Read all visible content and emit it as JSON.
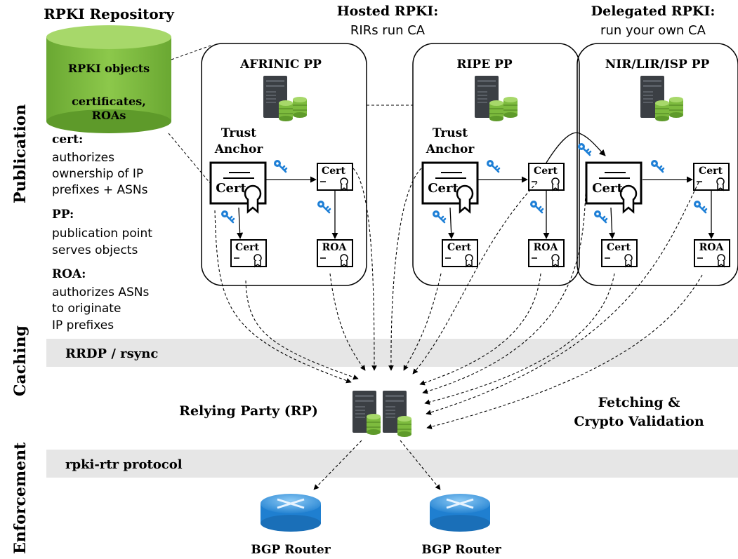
{
  "colors": {
    "band": "#e6e6e6",
    "db_green": "#7dbb3e",
    "db_green_dark": "#5e9a2a",
    "key_blue": "#1e7fd6",
    "server_dark": "#3b3f44",
    "router_blue": "#2f8fdc"
  },
  "sections": {
    "publication": "Publication",
    "caching": "Caching",
    "enforcement": "Enforcement"
  },
  "repository": {
    "title": "RPKI Repository",
    "db_line1": "RPKI objects",
    "db_line2": "certificates,",
    "db_line3": "ROAs"
  },
  "legend": {
    "cert_term": "cert:",
    "cert_lines": [
      "authorizes",
      "ownership of IP",
      "prefixes + ASNs"
    ],
    "pp_term": "PP:",
    "pp_lines": [
      "publication point",
      "serves objects"
    ],
    "roa_term": "ROA:",
    "roa_lines": [
      "authorizes ASNs",
      "to originate",
      "IP prefixes"
    ]
  },
  "headers": {
    "hosted_title": "Hosted RPKI:",
    "hosted_sub": "RIRs run CA",
    "delegated_title": "Delegated RPKI:",
    "delegated_sub": "run your own CA"
  },
  "pps": {
    "afrinic": "AFRINIC PP",
    "ripe": "RIPE PP",
    "nir": "NIR/LIR/ISP PP"
  },
  "objects": {
    "trust": "Trust",
    "anchor": "Anchor",
    "cert": "Cert",
    "roa": "ROA"
  },
  "bands": {
    "caching": "RRDP / rsync",
    "enforcement": "rpki-rtr protocol"
  },
  "rp": {
    "label": "Relying Party (RP)",
    "fetch_line1": "Fetching &",
    "fetch_line2": "Crypto Validation"
  },
  "routers": {
    "left": "BGP Router",
    "right": "BGP Router"
  },
  "icons": {
    "database": "database-icon",
    "server": "server-icon",
    "key": "key-icon",
    "certificate": "certificate-icon",
    "router": "router-icon"
  }
}
